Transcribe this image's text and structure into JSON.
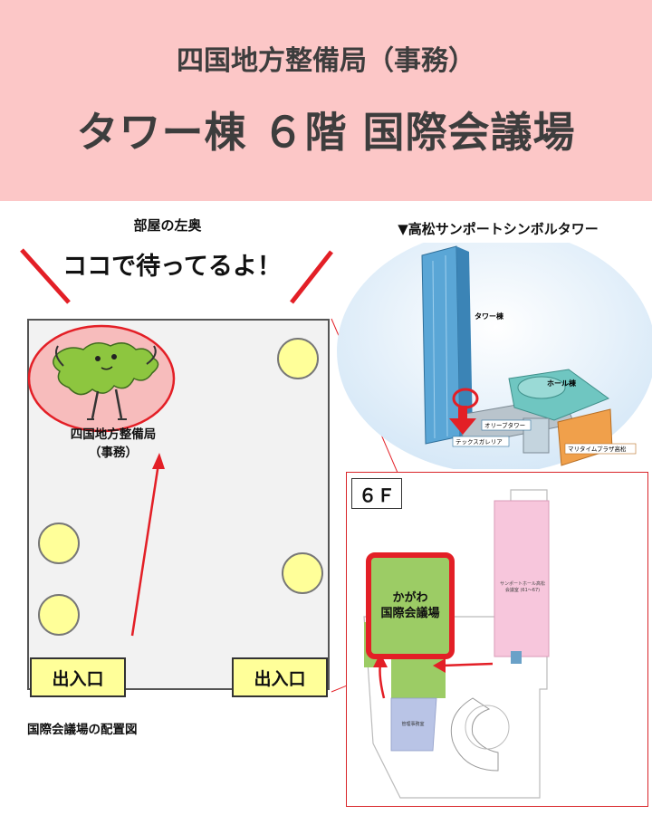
{
  "header": {
    "subtitle": "四国地方整備局（事務）",
    "title": "タワー棟 ６階 国際会議場"
  },
  "note": {
    "small": "部屋の左奥",
    "big": "ココで待ってるよ！"
  },
  "room_layout": {
    "office_label_line1": "四国地方整備局",
    "office_label_line2": "（事務）",
    "entrance_left": "出入口",
    "entrance_right": "出入口",
    "caption": "国際会議場の配置図"
  },
  "tower": {
    "caption": "▼高松サンポートシンボルタワー",
    "label_tower": "タワー棟",
    "label_hall": "ホール棟",
    "label_olive": "オリーブタワー",
    "label_galleria": "テックスガレリア",
    "label_maritime": "マリタイムプラザ高松"
  },
  "floor_map": {
    "floor_tag": "６Ｆ",
    "kagawa_line1": "かがわ",
    "kagawa_line2": "国際会議場",
    "hall_line1": "サンポートホール高松",
    "hall_line2": "会議室 (61～67)",
    "mgmt": "管理事務室"
  },
  "colors": {
    "banner": "#fcc7c7",
    "seat": "#ffff99",
    "accent_red": "#e31f26",
    "room_green": "#9ccc65",
    "hall_pink": "#f7c6dc"
  }
}
